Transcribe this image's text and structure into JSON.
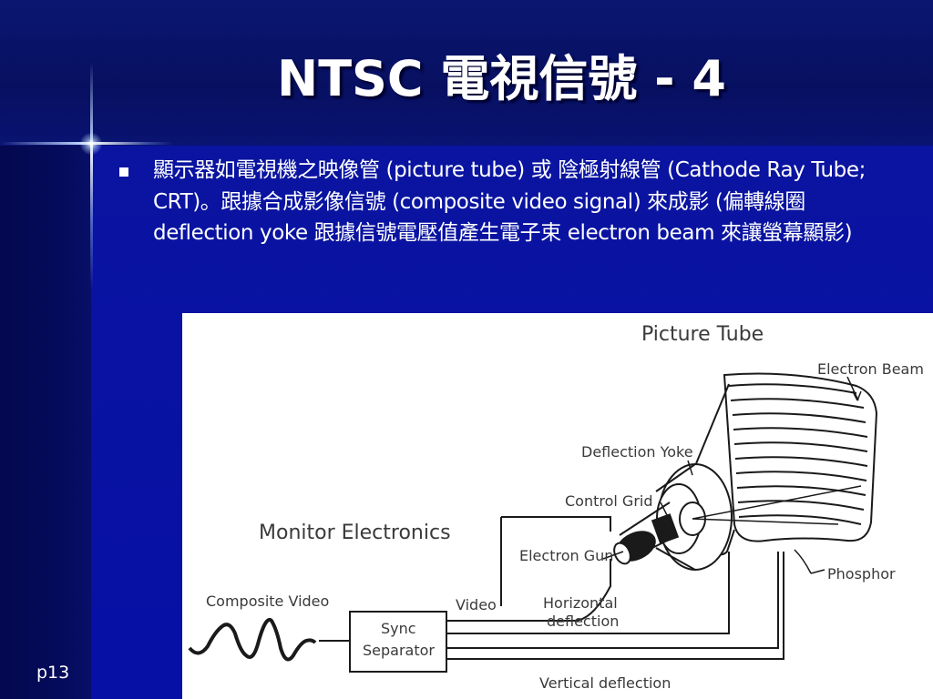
{
  "slide": {
    "title": "NTSC 電視信號 - 4",
    "page_number": "p13"
  },
  "bullet": {
    "text": "顯示器如電視機之映像管 (picture tube) 或 陰極射線管 (Cathode Ray Tube; CRT)。跟據合成影像信號 (composite video signal) 來成影 (偏轉線圈 deflection yoke 跟據信號電壓值產生電子束 electron beam 來讓螢幕顯影)"
  },
  "diagram": {
    "picture_tube": "Picture Tube",
    "electron_beam": "Electron Beam",
    "deflection_yoke": "Deflection Yoke",
    "control_grid": "Control Grid",
    "monitor_electronics": "Monitor Electronics",
    "electron_gun": "Electron Gun",
    "phosphor": "Phosphor",
    "composite_video": "Composite Video",
    "video": "Video",
    "horizontal_deflection_1": "Horizontal",
    "horizontal_deflection_2": "deflection",
    "sync_1": "Sync",
    "sync_2": "Separator",
    "vertical_deflection": "Vertical deflection"
  }
}
